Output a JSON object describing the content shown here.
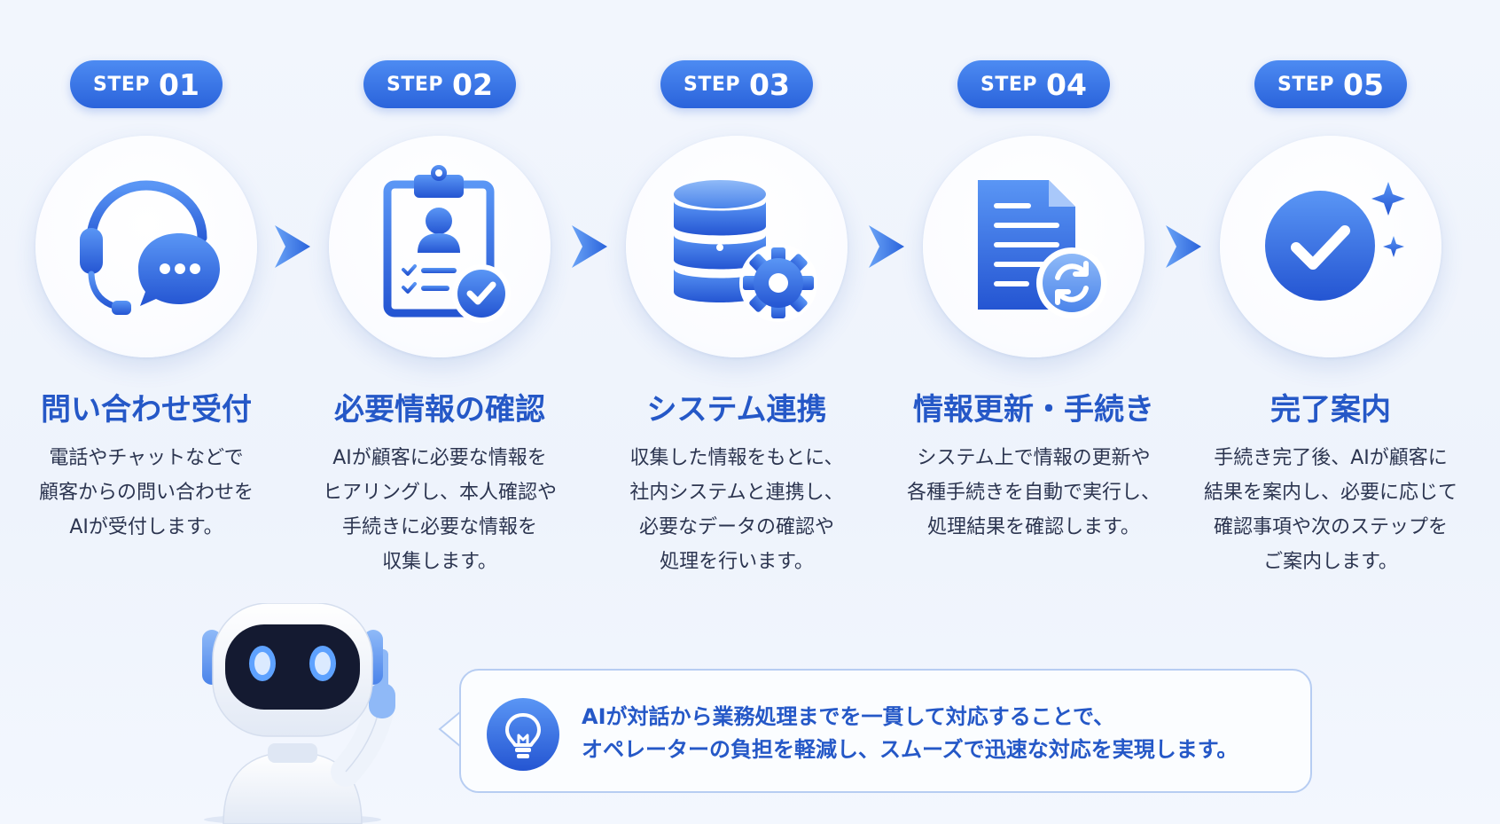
{
  "steps": [
    {
      "badge_word": "STEP",
      "badge_num": "01",
      "title": "問い合わせ受付",
      "desc": [
        "電話やチャットなどで",
        "顧客からの問い合わせを",
        "AIが受付します。"
      ],
      "icon": "headset-chat-icon"
    },
    {
      "badge_word": "STEP",
      "badge_num": "02",
      "title": "必要情報の確認",
      "desc": [
        "AIが顧客に必要な情報を",
        "ヒアリングし、本人確認や",
        "手続きに必要な情報を",
        "収集します。"
      ],
      "icon": "clipboard-check-icon"
    },
    {
      "badge_word": "STEP",
      "badge_num": "03",
      "title": "システム連携",
      "desc": [
        "収集した情報をもとに、",
        "社内システムと連携し、",
        "必要なデータの確認や",
        "処理を行います。"
      ],
      "icon": "database-gear-icon"
    },
    {
      "badge_word": "STEP",
      "badge_num": "04",
      "title": "情報更新・手続き",
      "desc": [
        "システム上で情報の更新や",
        "各種手続きを自動で実行し、",
        "処理結果を確認します。"
      ],
      "icon": "document-sync-icon"
    },
    {
      "badge_word": "STEP",
      "badge_num": "05",
      "title": "完了案内",
      "desc": [
        "手続き完了後、AIが顧客に",
        "結果を案内し、必要に応じて",
        "確認事項や次のステップを",
        "ご案内します。"
      ],
      "icon": "check-sparkle-icon"
    }
  ],
  "callout": {
    "lines": [
      "AIが対話から業務処理までを一貫して対応することで、",
      "オペレーターの負担を軽減し、スムーズで迅速な対応を実現します。"
    ],
    "icon": "lightbulb-icon"
  },
  "colors": {
    "primary": "#2a63db",
    "title": "#2558c7",
    "text": "#2c3550",
    "background": "#f2f6fd"
  }
}
